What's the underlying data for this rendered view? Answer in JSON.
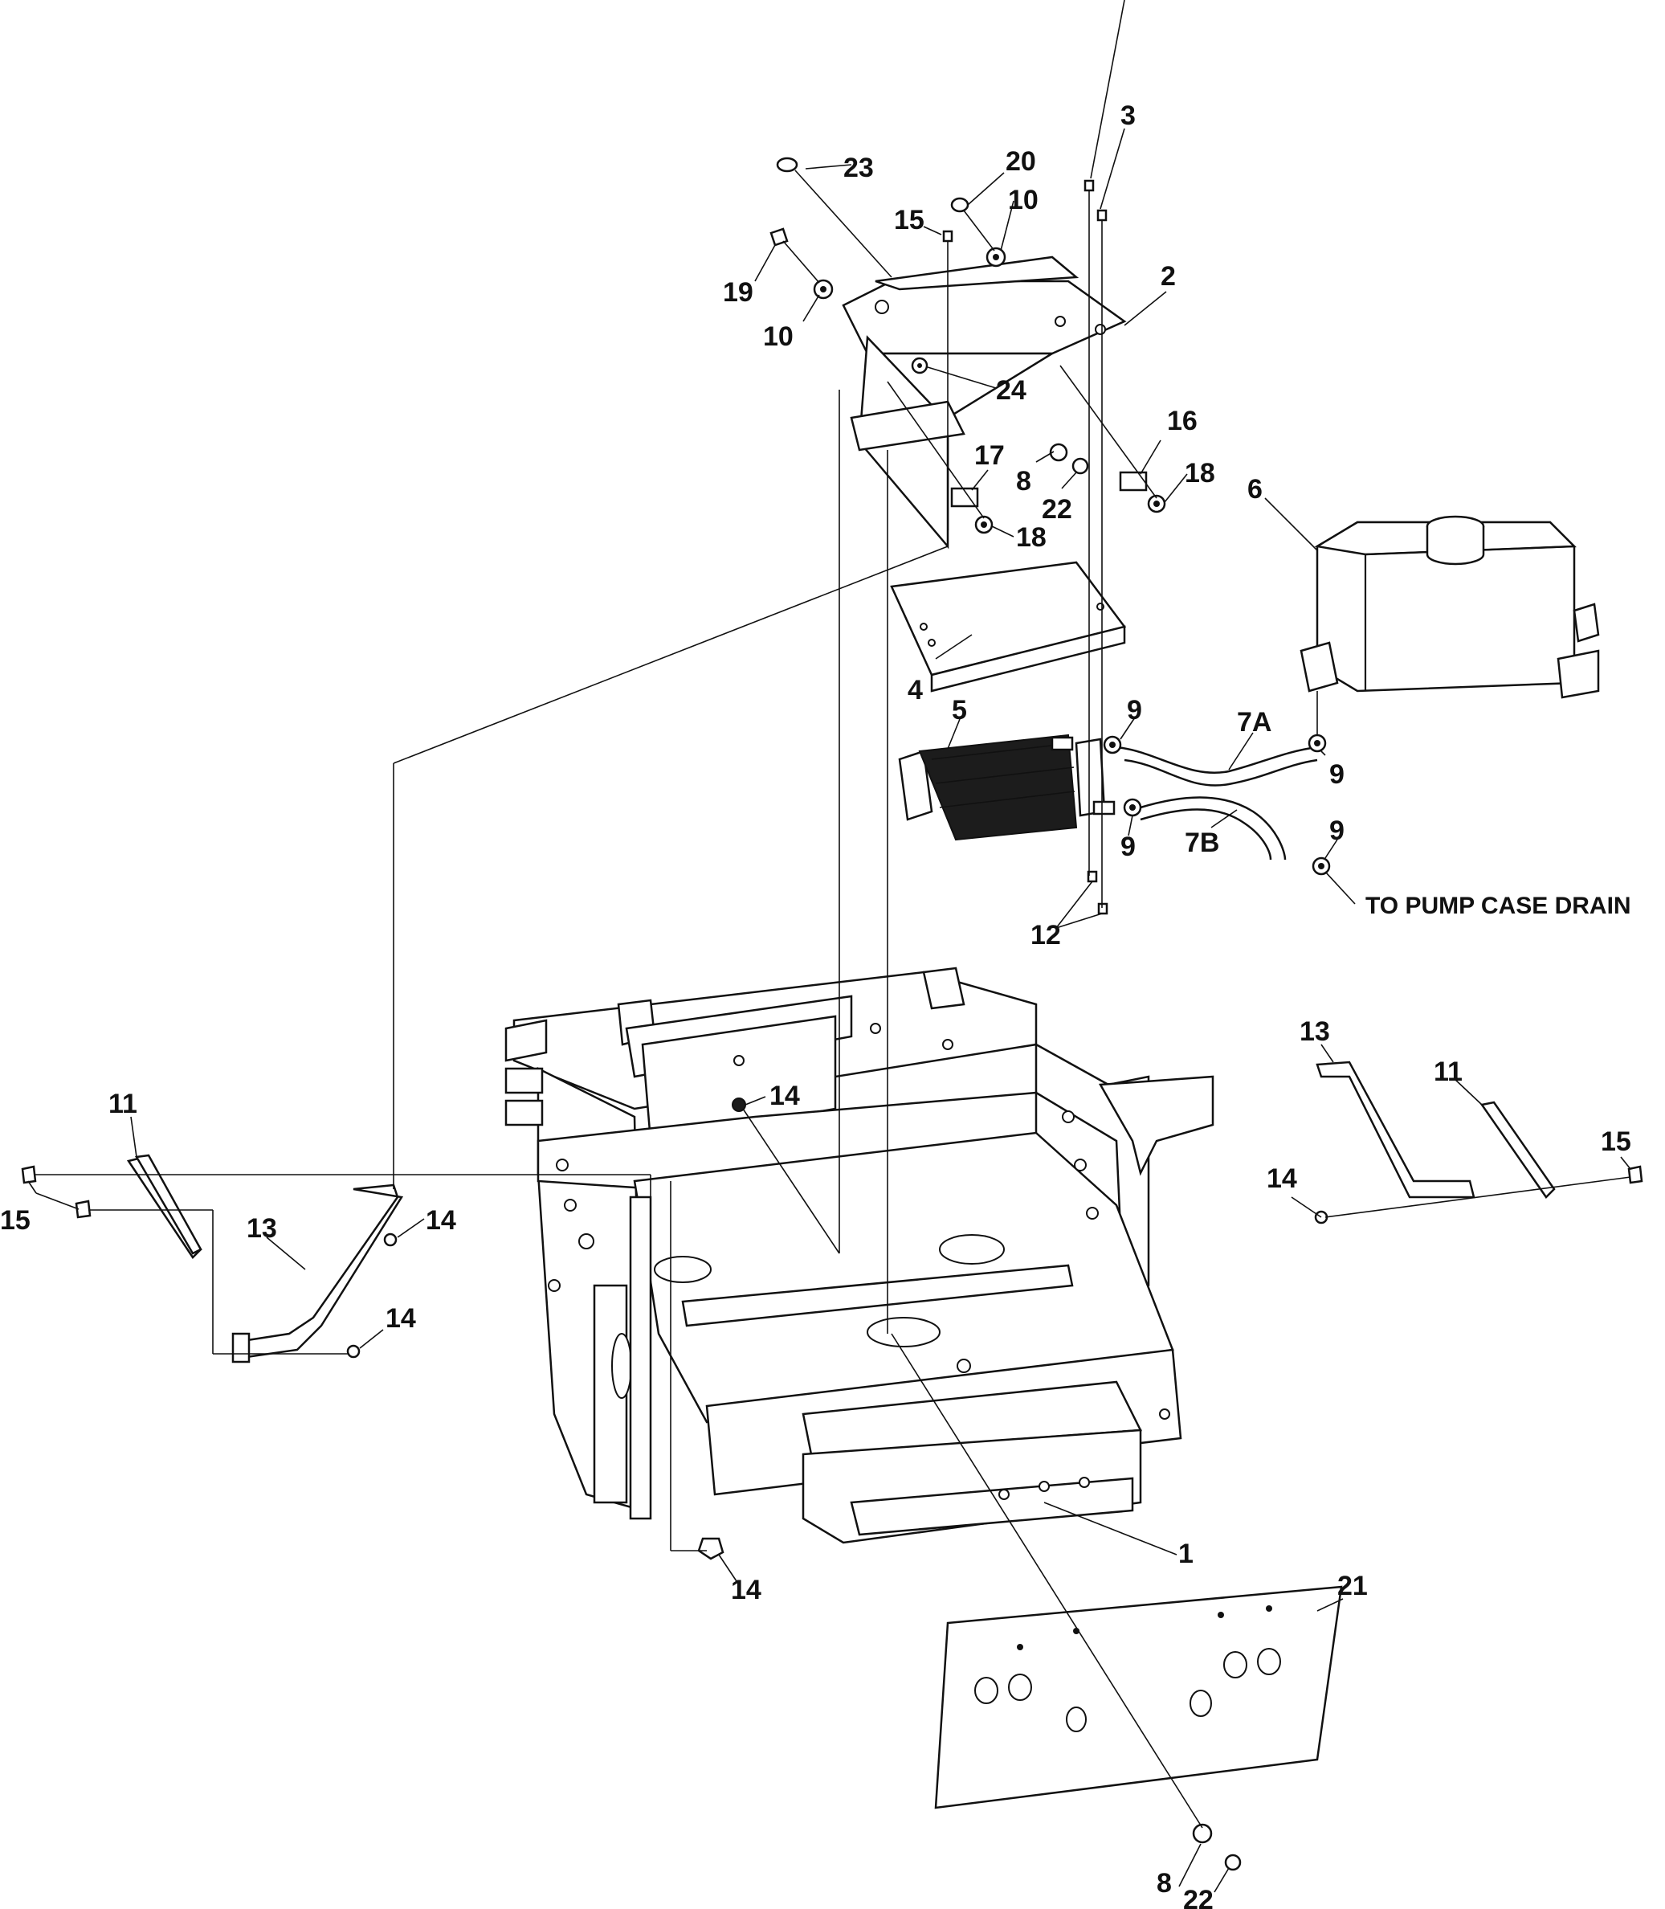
{
  "diagram": {
    "callouts": [
      {
        "id": "c1",
        "text": "1"
      },
      {
        "id": "c2",
        "text": "2"
      },
      {
        "id": "c3",
        "text": "3"
      },
      {
        "id": "c4",
        "text": "4"
      },
      {
        "id": "c5",
        "text": "5"
      },
      {
        "id": "c6",
        "text": "6"
      },
      {
        "id": "c7a",
        "text": "7A"
      },
      {
        "id": "c7b",
        "text": "7B"
      },
      {
        "id": "c8a",
        "text": "8"
      },
      {
        "id": "c8b",
        "text": "8"
      },
      {
        "id": "c9a",
        "text": "9"
      },
      {
        "id": "c9b",
        "text": "9"
      },
      {
        "id": "c9c",
        "text": "9"
      },
      {
        "id": "c9d",
        "text": "9"
      },
      {
        "id": "c10a",
        "text": "10"
      },
      {
        "id": "c10b",
        "text": "10"
      },
      {
        "id": "c11a",
        "text": "11"
      },
      {
        "id": "c11b",
        "text": "11"
      },
      {
        "id": "c12",
        "text": "12"
      },
      {
        "id": "c13a",
        "text": "13"
      },
      {
        "id": "c13b",
        "text": "13"
      },
      {
        "id": "c14a",
        "text": "14"
      },
      {
        "id": "c14b",
        "text": "14"
      },
      {
        "id": "c14c",
        "text": "14"
      },
      {
        "id": "c14d",
        "text": "14"
      },
      {
        "id": "c14e",
        "text": "14"
      },
      {
        "id": "c15a",
        "text": "15"
      },
      {
        "id": "c15b",
        "text": "15"
      },
      {
        "id": "c15c",
        "text": "15"
      },
      {
        "id": "c16",
        "text": "16"
      },
      {
        "id": "c17",
        "text": "17"
      },
      {
        "id": "c18a",
        "text": "18"
      },
      {
        "id": "c18b",
        "text": "18"
      },
      {
        "id": "c19",
        "text": "19"
      },
      {
        "id": "c20",
        "text": "20"
      },
      {
        "id": "c21",
        "text": "21"
      },
      {
        "id": "c22a",
        "text": "22"
      },
      {
        "id": "c22b",
        "text": "22"
      },
      {
        "id": "c23",
        "text": "23"
      },
      {
        "id": "c24",
        "text": "24"
      }
    ],
    "note": "TO PUMP CASE DRAIN"
  }
}
